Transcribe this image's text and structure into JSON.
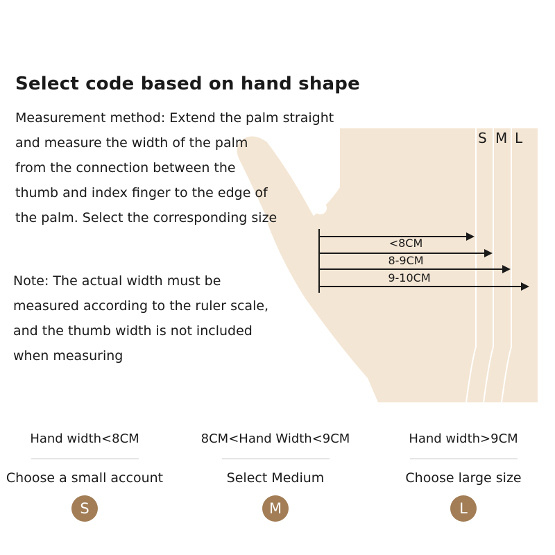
{
  "title": "Select code based on hand shape",
  "method_line1": "Measurement method: Extend the palm straight",
  "method_rest": "and measure the width of the palm from the connection between the thumb and index finger to the edge of the palm. Select the corresponding size",
  "note": "Note: The actual width must be measured according to the ruler scale, and the thumb width is not included when measuring",
  "size_letters": [
    "S",
    "M",
    "L"
  ],
  "arrows": [
    "<8CM",
    "8-9CM",
    "9-10CM"
  ],
  "columns": [
    {
      "condition": "Hand width<8CM",
      "choice": "Choose a small account",
      "badge": "S"
    },
    {
      "condition": "8CM<Hand Width<9CM",
      "choice": "Select Medium",
      "badge": "M"
    },
    {
      "condition": "Hand width>9CM",
      "choice": "Choose large size",
      "badge": "L"
    }
  ],
  "colors": {
    "hand_fill": "#f4e6d4",
    "badge": "#a27d55"
  }
}
